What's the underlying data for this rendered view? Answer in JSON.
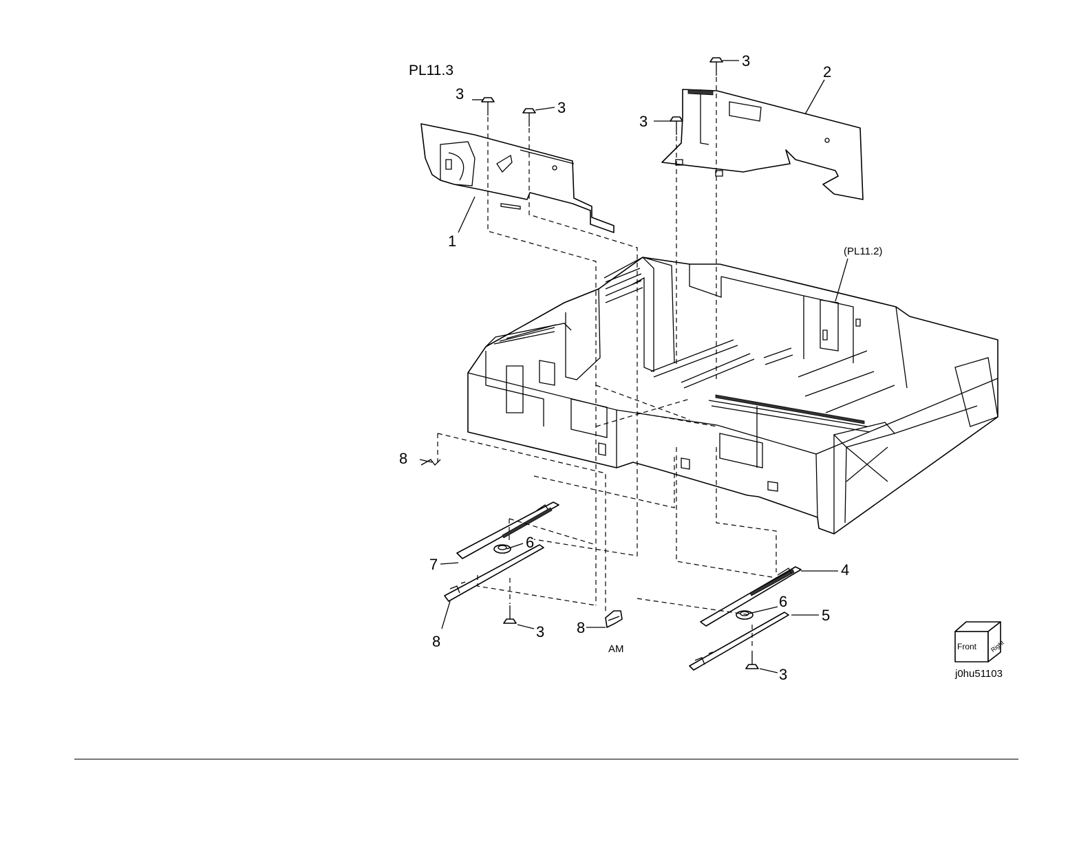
{
  "plate_id": "PL11.3",
  "reference_plate": "(PL11.2)",
  "image_code": "j0hu51103",
  "orientation_cube": {
    "front_label": "Front",
    "right_label": "Right"
  },
  "location_mark": "AM",
  "callouts": [
    {
      "key": "c1",
      "label": "1"
    },
    {
      "key": "c2",
      "label": "2"
    },
    {
      "key": "c3a",
      "label": "3"
    },
    {
      "key": "c3b",
      "label": "3"
    },
    {
      "key": "c3c",
      "label": "3"
    },
    {
      "key": "c3d",
      "label": "3"
    },
    {
      "key": "c3e",
      "label": "3"
    },
    {
      "key": "c3f",
      "label": "3"
    },
    {
      "key": "c4",
      "label": "4"
    },
    {
      "key": "c5",
      "label": "5"
    },
    {
      "key": "c6a",
      "label": "6"
    },
    {
      "key": "c6b",
      "label": "6"
    },
    {
      "key": "c7",
      "label": "7"
    },
    {
      "key": "c8a",
      "label": "8"
    },
    {
      "key": "c8b",
      "label": "8"
    },
    {
      "key": "c8c",
      "label": "8"
    }
  ]
}
